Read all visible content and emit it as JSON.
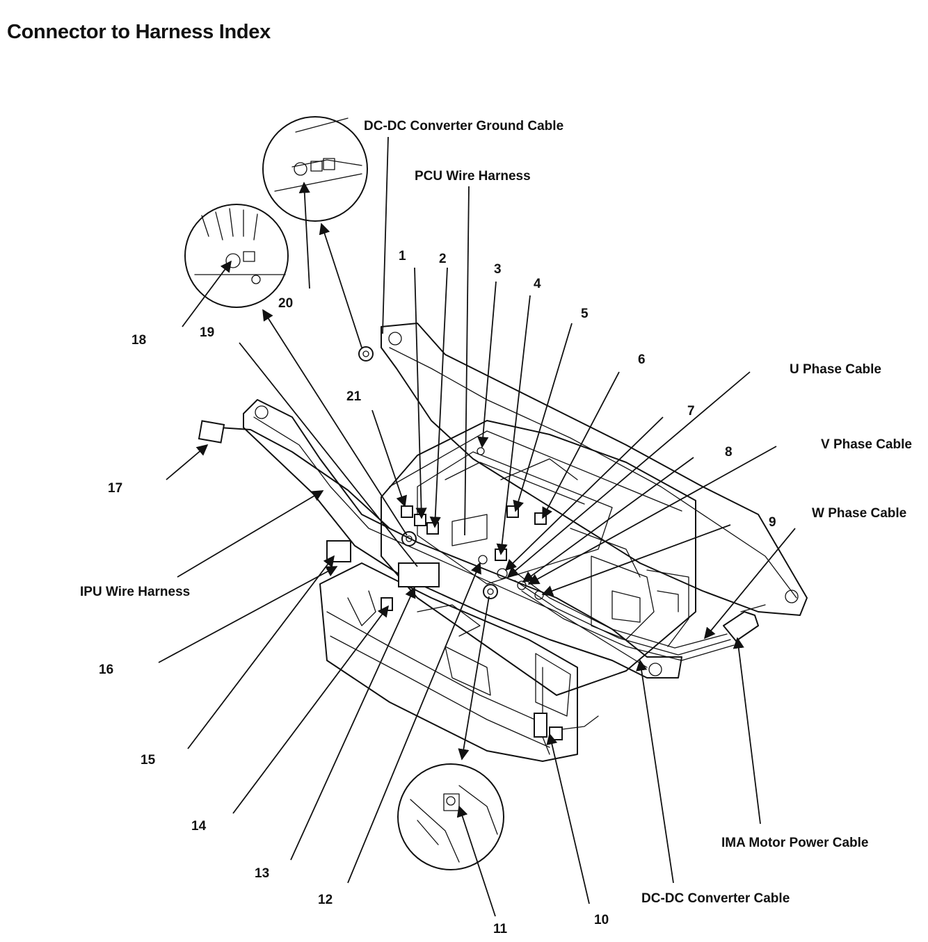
{
  "title": "Connector to Harness Index",
  "labels": {
    "dcdc_ground": "DC-DC Converter Ground Cable",
    "pcu_harness": "PCU Wire Harness",
    "u_phase": "U Phase Cable",
    "v_phase": "V Phase Cable",
    "w_phase": "W Phase Cable",
    "ipu_harness": "IPU Wire Harness",
    "ima_motor": "IMA Motor Power Cable",
    "dcdc_cable": "DC-DC Converter Cable"
  },
  "callouts": [
    "1",
    "2",
    "3",
    "4",
    "5",
    "6",
    "7",
    "8",
    "9",
    "10",
    "11",
    "12",
    "13",
    "14",
    "15",
    "16",
    "17",
    "18",
    "19",
    "20",
    "21"
  ]
}
